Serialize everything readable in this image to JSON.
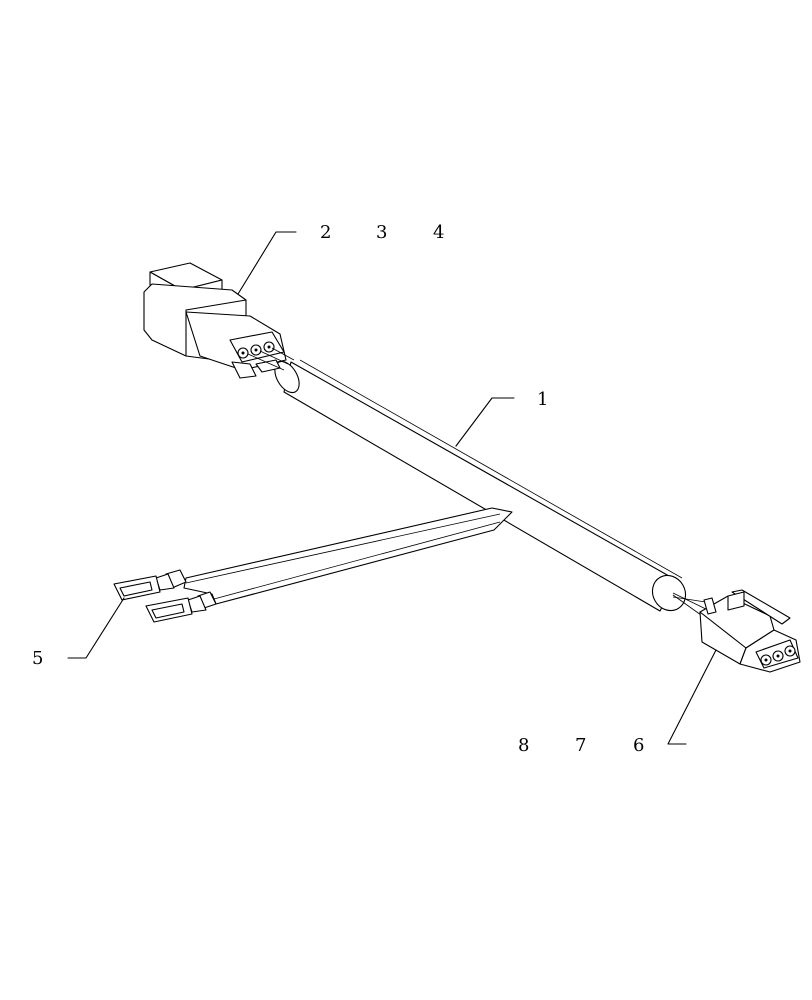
{
  "diagram": {
    "callouts": [
      {
        "id": "1",
        "text": "1"
      },
      {
        "id": "2",
        "text": "2"
      },
      {
        "id": "3",
        "text": "3"
      },
      {
        "id": "4",
        "text": "4"
      },
      {
        "id": "5",
        "text": "5"
      },
      {
        "id": "6",
        "text": "6"
      },
      {
        "id": "7",
        "text": "7"
      },
      {
        "id": "8",
        "text": "8"
      }
    ],
    "line_color": "#000000",
    "background": "#ffffff"
  }
}
